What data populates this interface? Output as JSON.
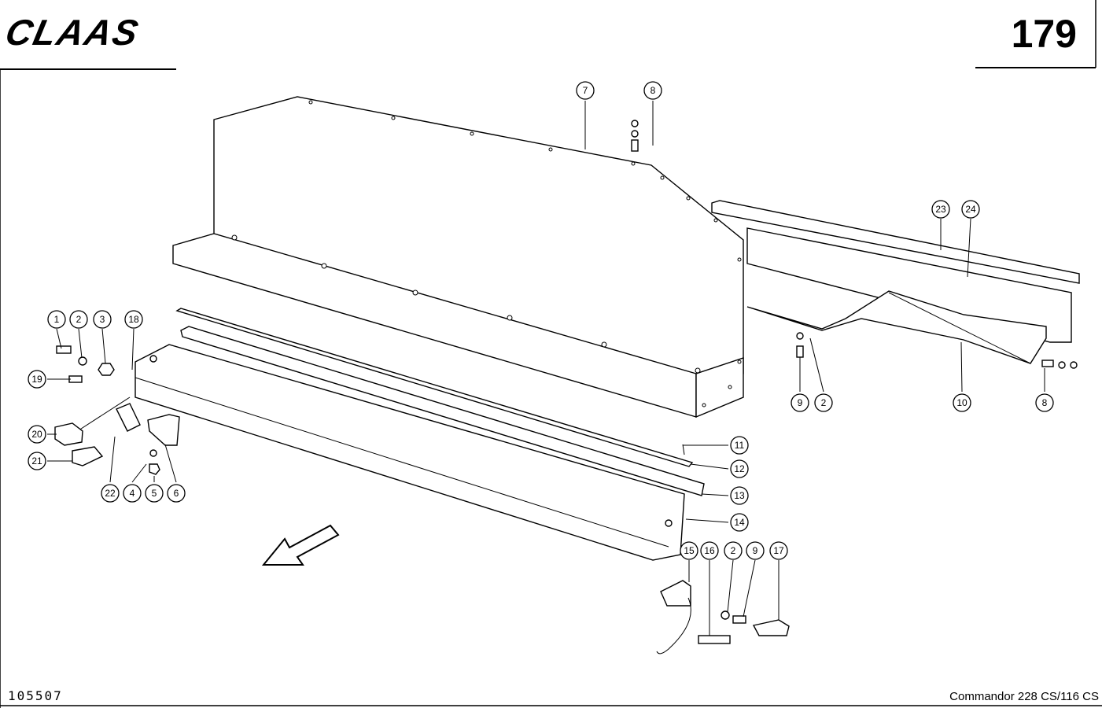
{
  "header": {
    "logo_text": "CLAAS",
    "page_number": "179"
  },
  "footer": {
    "document_number": "105507",
    "model": "Commandor 228 CS/116 CS"
  },
  "callouts": [
    "1",
    "2",
    "3",
    "18",
    "19",
    "20",
    "21",
    "22",
    "4",
    "5",
    "6",
    "7",
    "8",
    "23",
    "24",
    "9",
    "2",
    "10",
    "8",
    "11",
    "12",
    "13",
    "14",
    "15",
    "16",
    "2",
    "9",
    "17"
  ]
}
